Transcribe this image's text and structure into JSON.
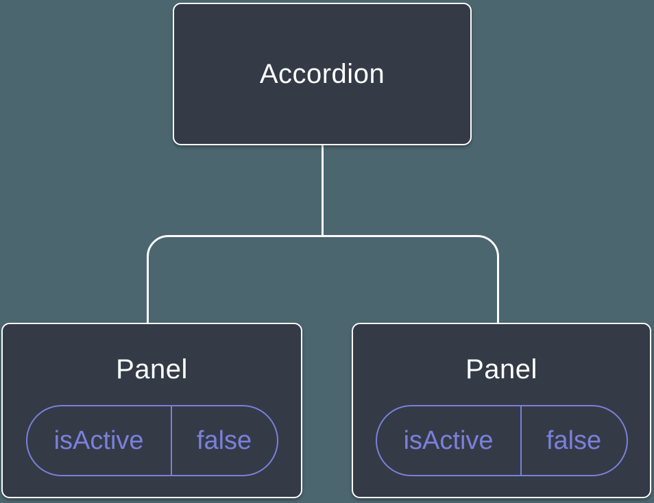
{
  "colors": {
    "background": "#4C6670",
    "node_fill": "#343B47",
    "node_border": "#FFFFFF",
    "accent_purple": "#7B80DB",
    "node_text": "#FFFFFF"
  },
  "tree": {
    "root": {
      "label": "Accordion"
    },
    "children": [
      {
        "label": "Panel",
        "state": {
          "key": "isActive",
          "value": "false"
        }
      },
      {
        "label": "Panel",
        "state": {
          "key": "isActive",
          "value": "false"
        }
      }
    ]
  }
}
